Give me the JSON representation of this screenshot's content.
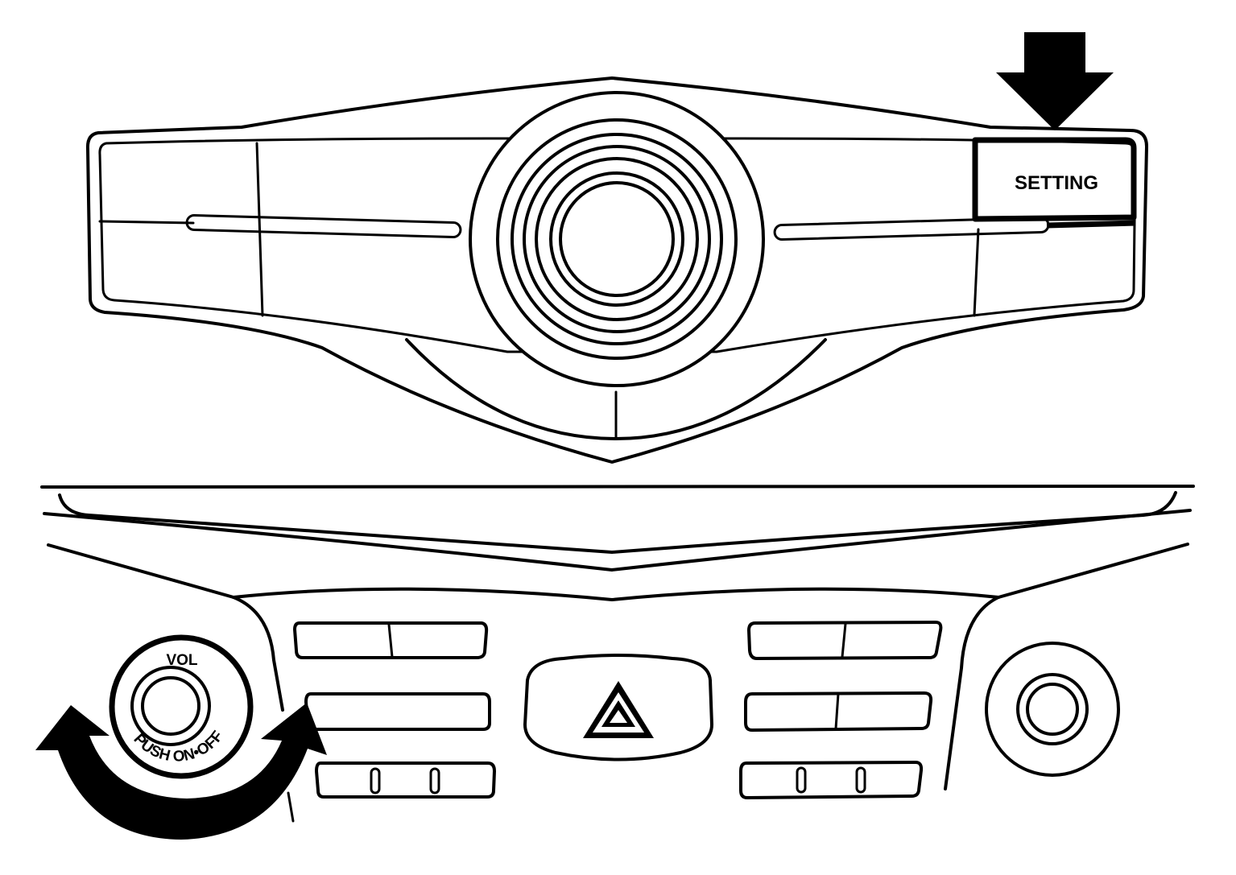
{
  "upper_panel": {
    "setting_button_label": "SETTING"
  },
  "lower_panel": {
    "vol_knob_label": "VOL",
    "vol_knob_ring_label": "PUSH ON•OFF"
  },
  "icons": {
    "indicator": "arrow-down-icon",
    "rotation": "rotate-arrows-icon",
    "hazard": "hazard-triangle-icon"
  }
}
